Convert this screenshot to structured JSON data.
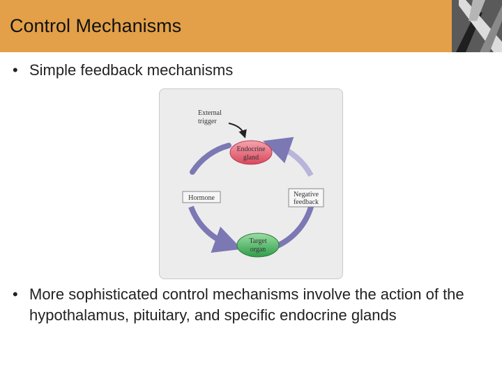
{
  "slide": {
    "title": "Control Mechanisms",
    "bullets": [
      {
        "marker": "•",
        "text": "Simple feedback mechanisms"
      },
      {
        "marker": "•",
        "text": "More sophisticated control mechanisms involve the action of the hypothalamus, pituitary, and specific endocrine glands"
      }
    ]
  },
  "figure": {
    "external_trigger": [
      "External",
      "trigger"
    ],
    "endocrine_gland": [
      "Endocrine",
      "gland"
    ],
    "hormone": "Hormone",
    "negative_feedback": [
      "Negative",
      "feedback"
    ],
    "target_organ": [
      "Target",
      "organ"
    ]
  },
  "colors": {
    "title_bar": "#E3A048",
    "endocrine_node": "#E05A6A",
    "target_node": "#3FAE5A",
    "cycle_arrow": "#7C78B4"
  },
  "icons": {
    "corner_logo": "crossed-bars-logo"
  }
}
